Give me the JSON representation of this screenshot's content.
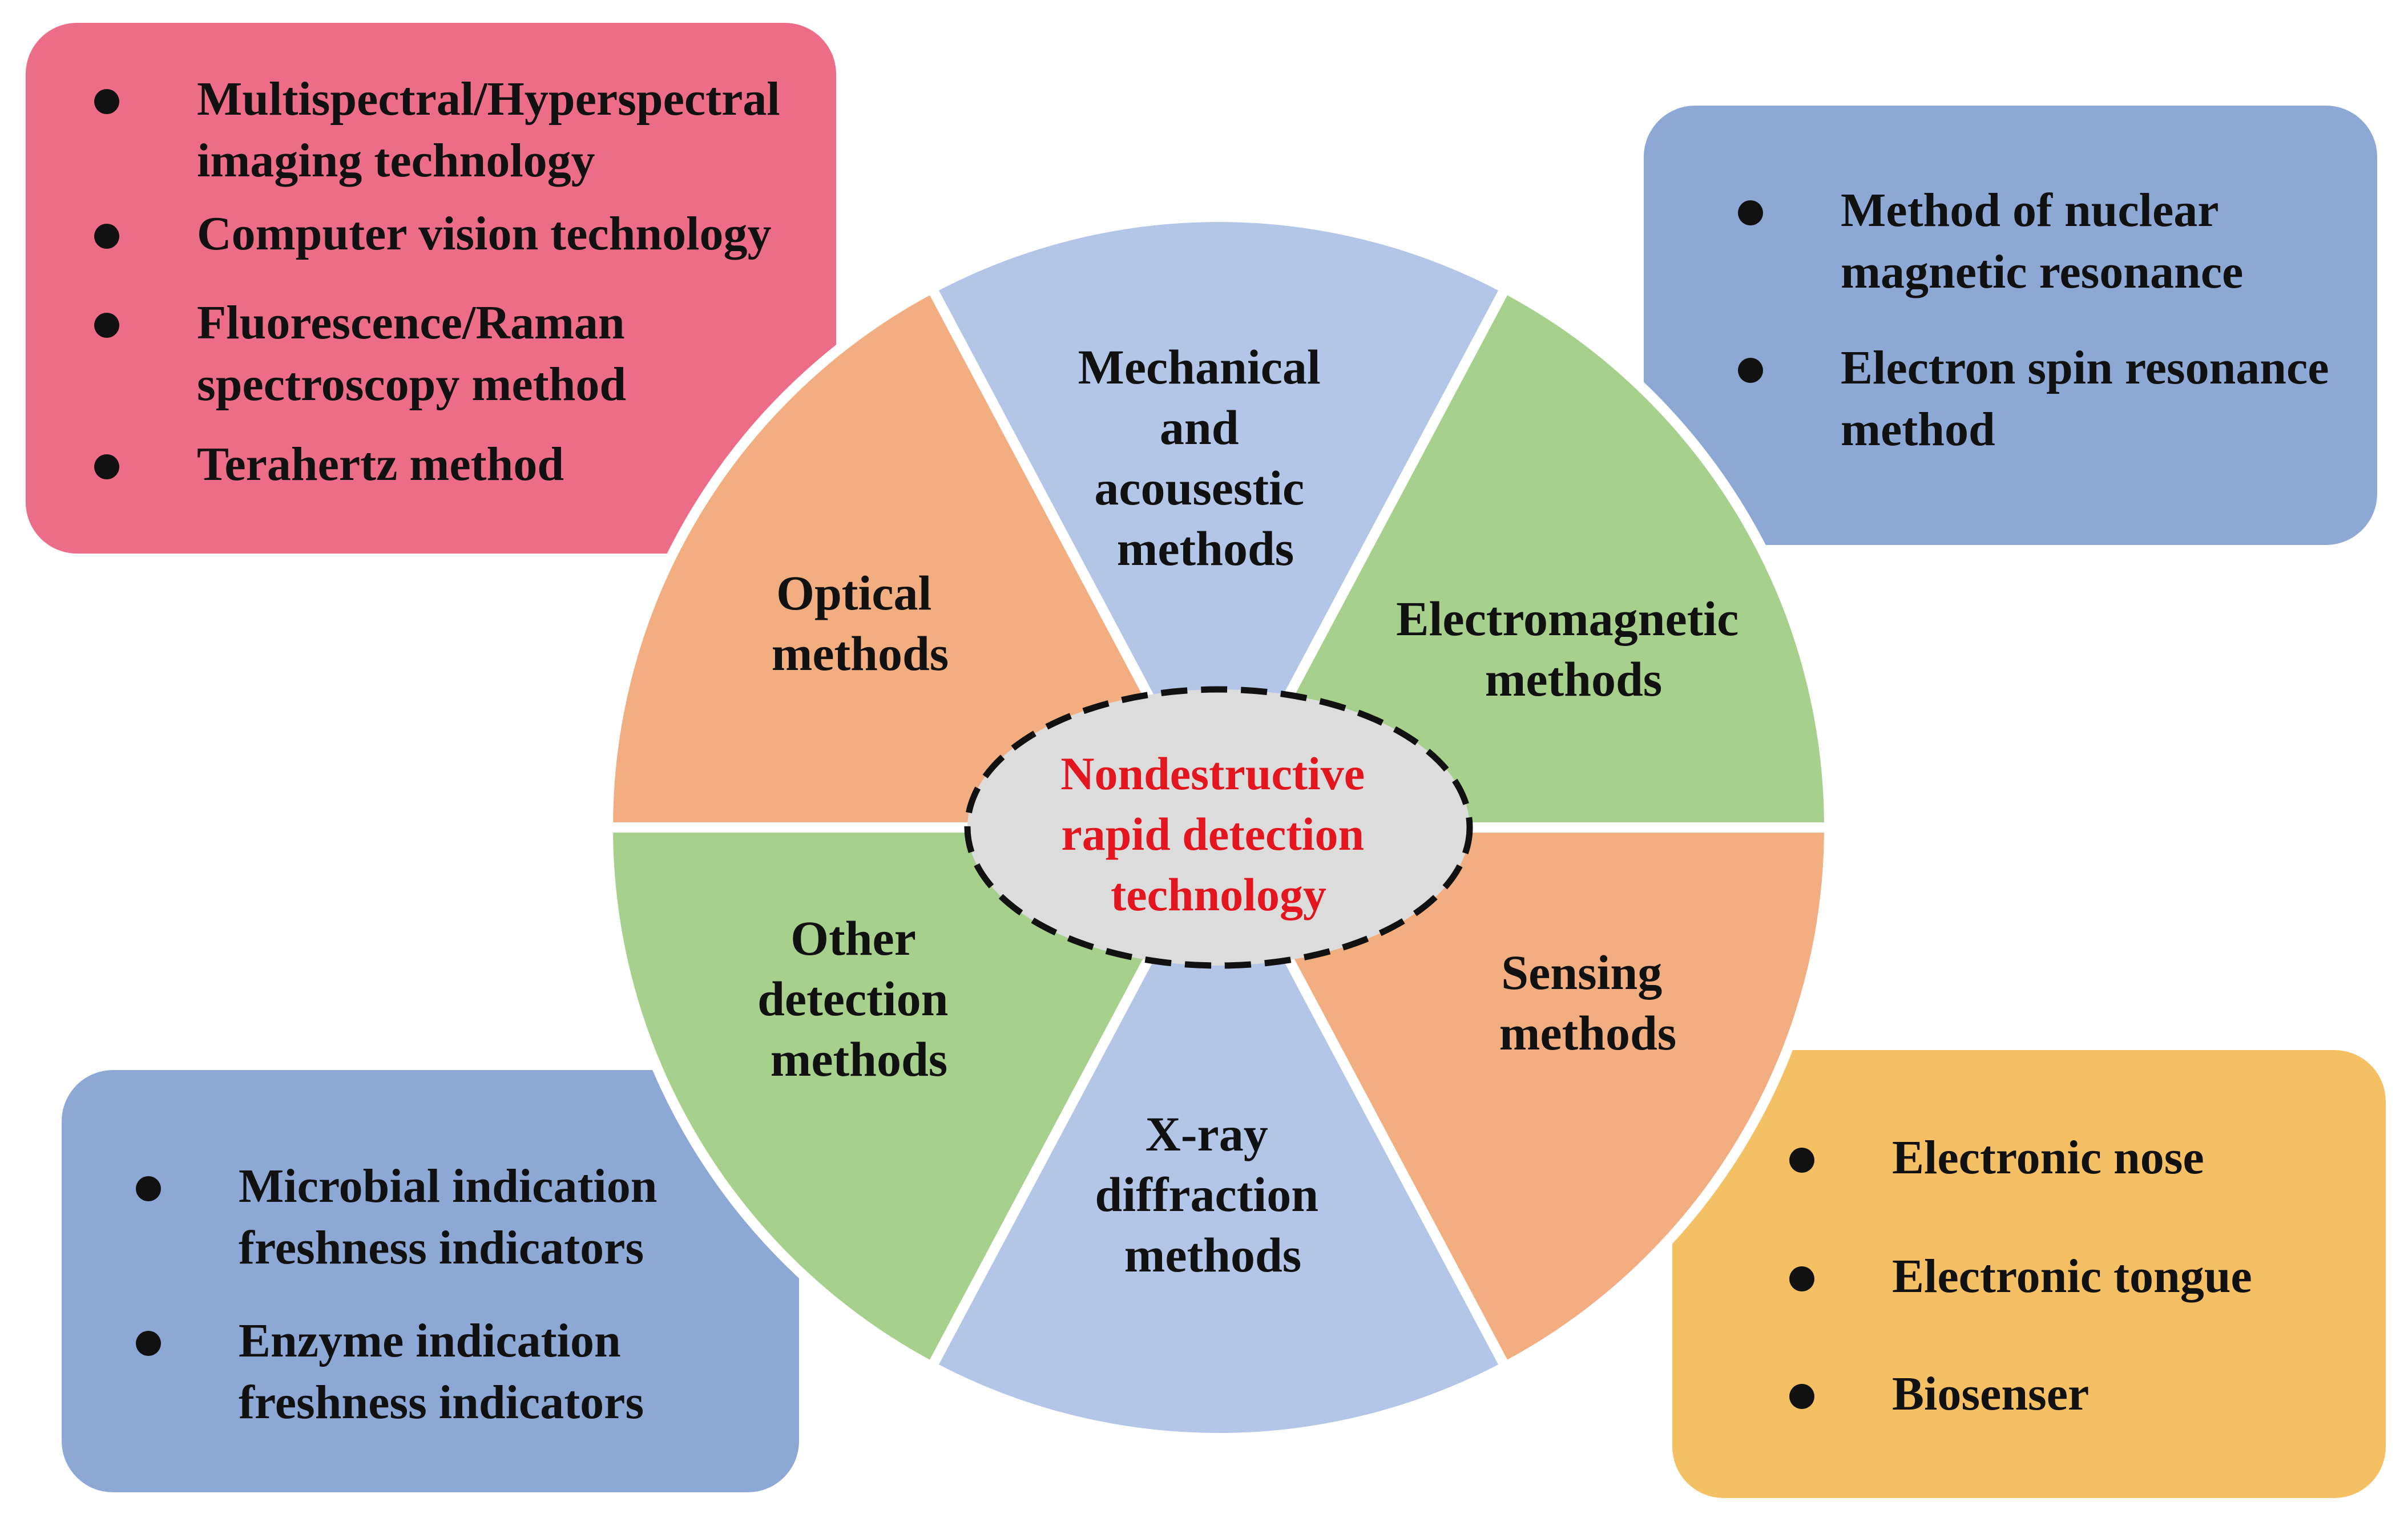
{
  "center": {
    "lines": [
      "Nondestructive",
      "rapid detection",
      "technology"
    ],
    "text_color": "#e3151e",
    "fill": "#dcdcdc"
  },
  "segments": [
    {
      "id": "mechanical",
      "lines": [
        "Mechanical",
        "and",
        "acousestic",
        "methods"
      ],
      "color": "#b3c6e7"
    },
    {
      "id": "electromagnetic",
      "lines": [
        "Electromagnetic",
        "methods"
      ],
      "color": "#a8d08d"
    },
    {
      "id": "sensing",
      "lines": [
        "Sensing",
        "methods"
      ],
      "color": "#f2ae80"
    },
    {
      "id": "xray",
      "lines": [
        "X-ray",
        "diffraction",
        "methods"
      ],
      "color": "#b3c6e7"
    },
    {
      "id": "other",
      "lines": [
        "Other",
        "detection",
        "methods"
      ],
      "color": "#a8d08d"
    },
    {
      "id": "optical",
      "lines": [
        "Optical",
        "methods"
      ],
      "color": "#f2ae80"
    }
  ],
  "boxes": {
    "optical": {
      "color": "#ed6d89",
      "items": [
        "Multispectral/Hyperspectral imaging technology",
        "Computer vision technology",
        "Fluorescence/Raman spectroscopy method",
        "Terahertz method"
      ]
    },
    "electromagnetic": {
      "color": "#8ea8d5",
      "items": [
        "Method of nuclear magnetic resonance",
        "Electron spin resonance method"
      ]
    },
    "other": {
      "color": "#8ea8d5",
      "items": [
        "Microbial indication freshness indicators",
        "Enzyme indication freshness indicators"
      ]
    },
    "sensing": {
      "color": "#f5c064",
      "items": [
        "Electronic nose",
        "Electronic tongue",
        "Biosenser"
      ]
    }
  }
}
